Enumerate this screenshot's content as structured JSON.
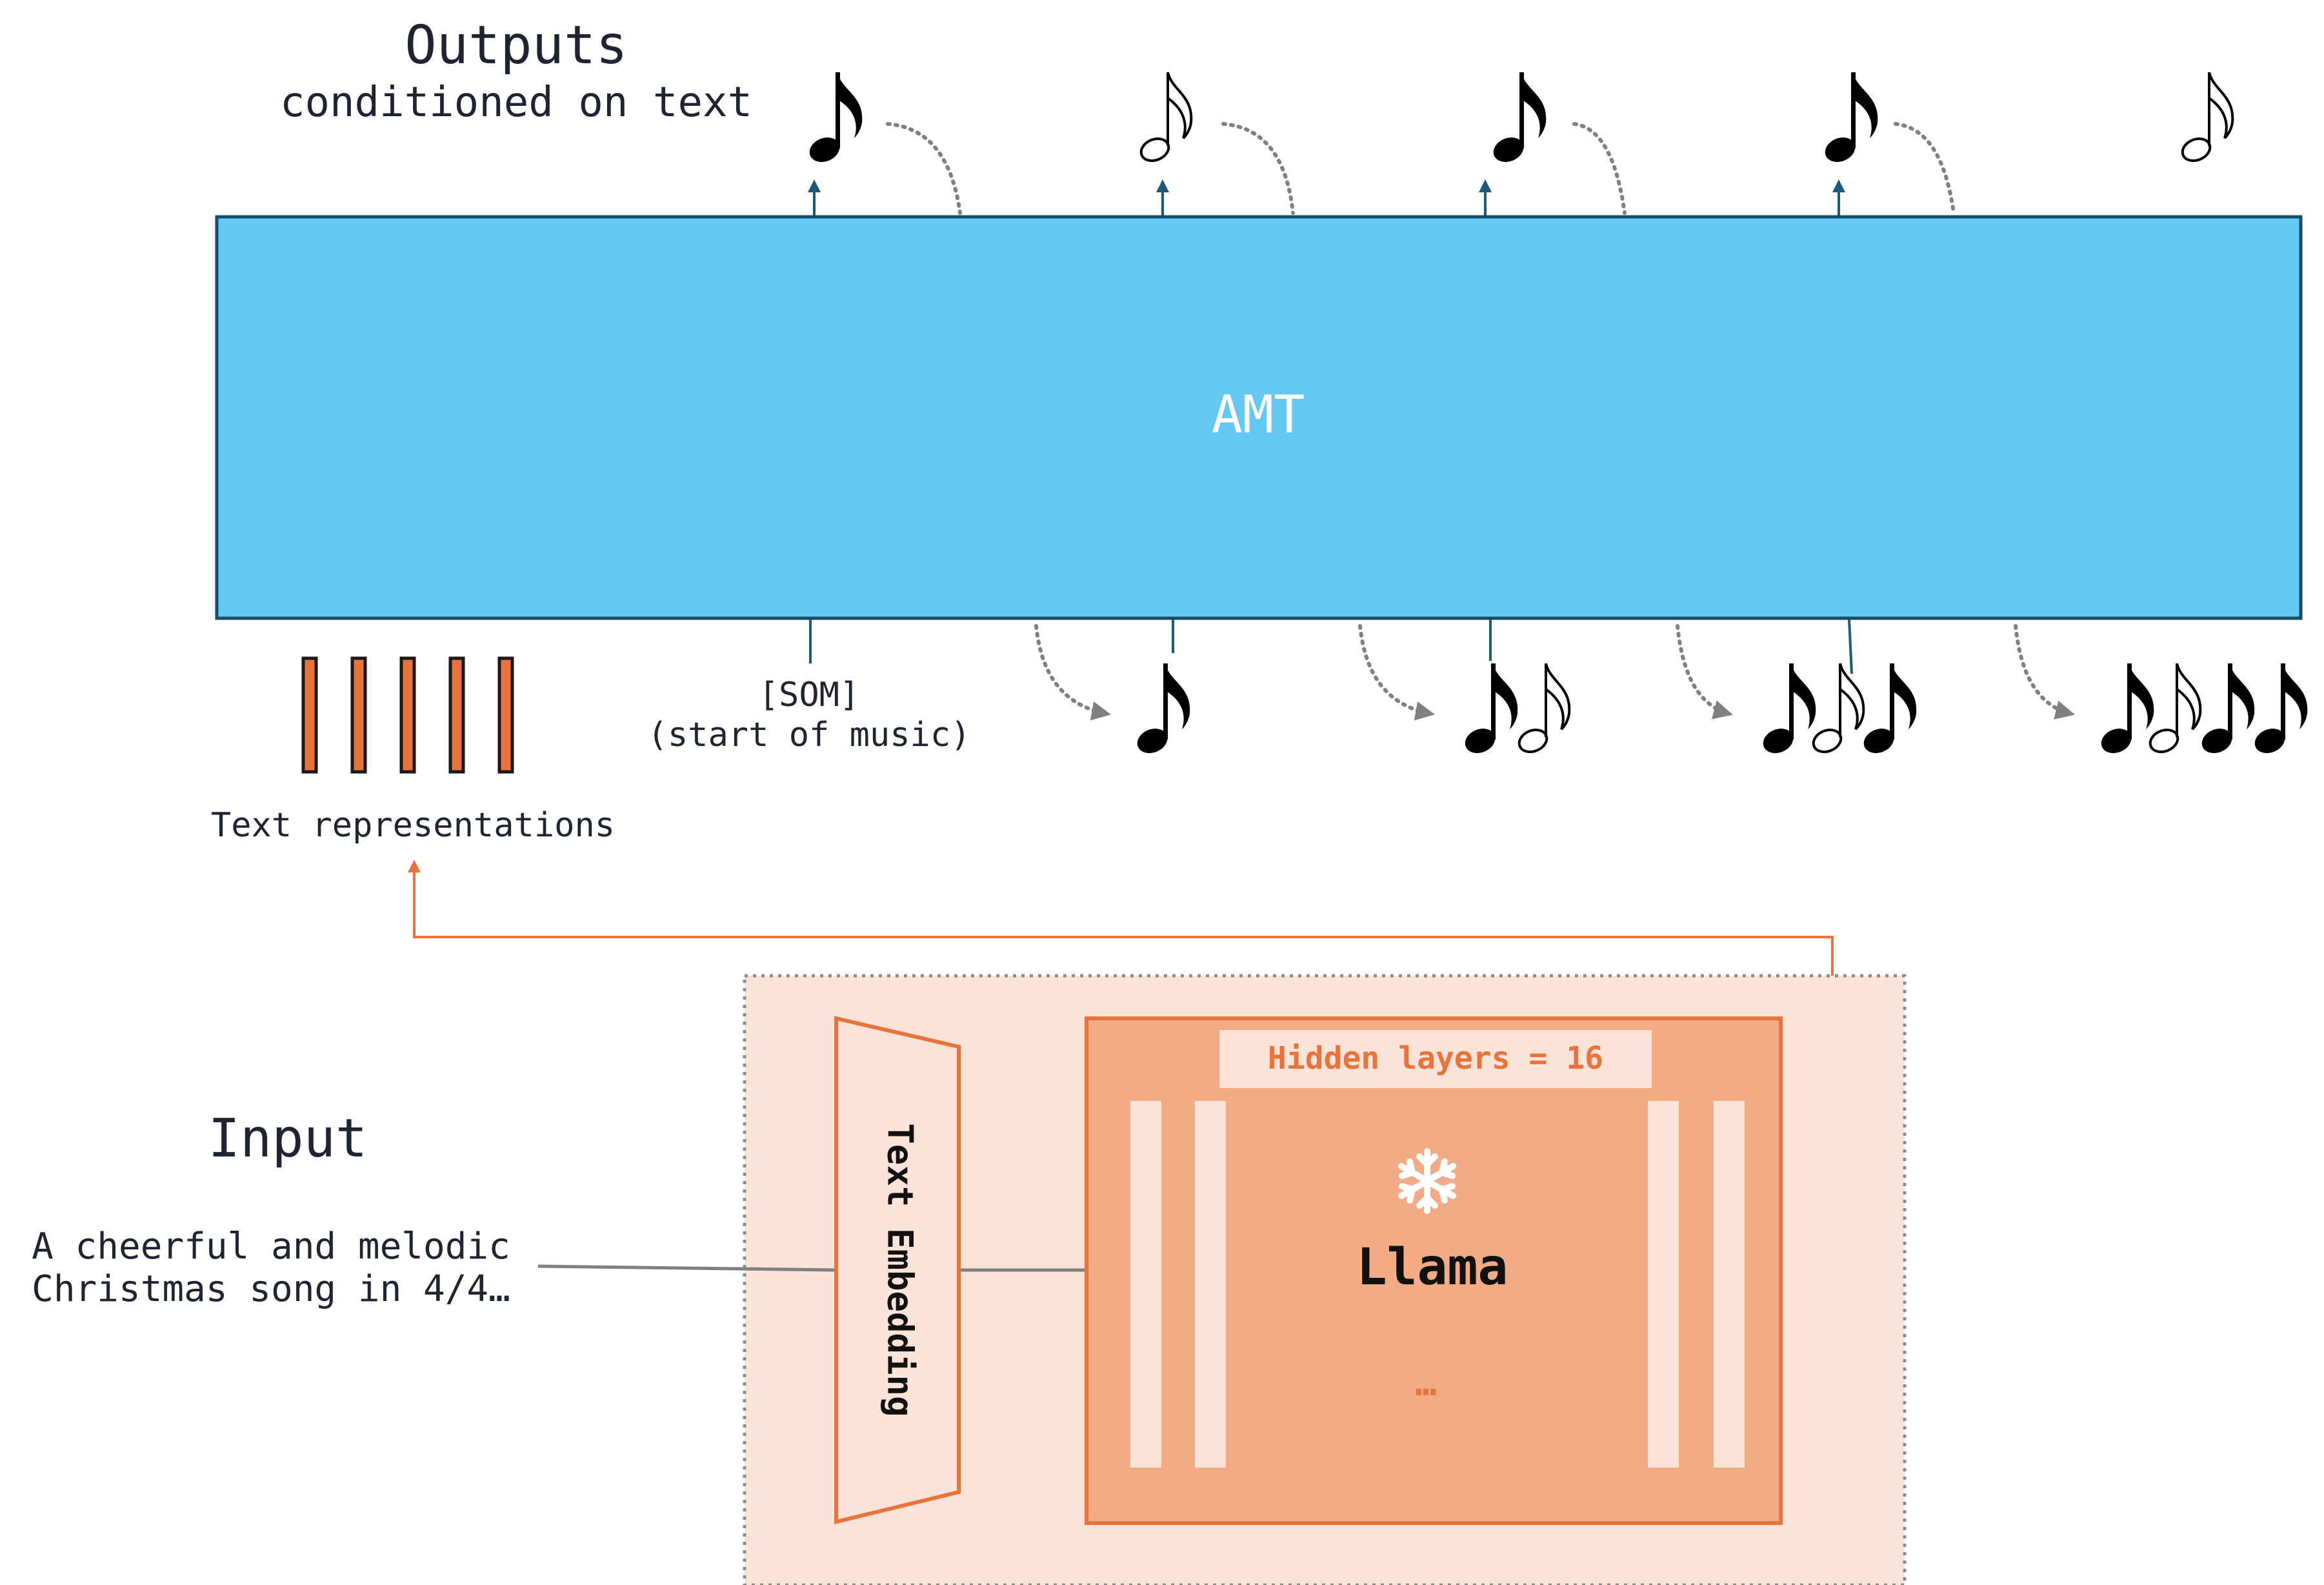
{
  "outputs": {
    "title": "Outputs",
    "subtitle": "conditioned on text",
    "notes": [
      {
        "icon": "eighth-note-icon",
        "filled": true
      },
      {
        "icon": "eighth-note-icon",
        "filled": false
      },
      {
        "icon": "eighth-note-icon",
        "filled": true
      },
      {
        "icon": "eighth-note-icon",
        "filled": true
      },
      {
        "icon": "eighth-note-icon",
        "filled": false
      }
    ]
  },
  "amt": {
    "label": "AMT",
    "color": "#63c9f2",
    "border": "#164e6a"
  },
  "som": {
    "token": "[SOM]",
    "description": "(start of music)"
  },
  "input_sequences": [
    [
      true
    ],
    [
      true,
      false
    ],
    [
      true,
      false,
      true
    ],
    [
      true,
      false,
      true,
      true
    ]
  ],
  "text_representations": {
    "label": "Text representations",
    "bar_count": 5,
    "color": "#e8743b"
  },
  "input": {
    "title": "Input",
    "line1": "A cheerful and melodic",
    "line2": "Christmas song in 4/4…"
  },
  "encoder": {
    "embedding_label": "Text Embedding",
    "hidden_layers_label": "Hidden layers = 16",
    "frozen_icon": "snowflake-icon",
    "model_label": "Llama",
    "ellipsis": "…"
  },
  "colors": {
    "orange": "#e8743b",
    "light_orange_panel": "#fbe3d7",
    "llama_fill": "#f2ab85",
    "text_dark": "#1f2433",
    "arrow_blue": "#1b5a78",
    "dotted_gray": "#808080"
  }
}
